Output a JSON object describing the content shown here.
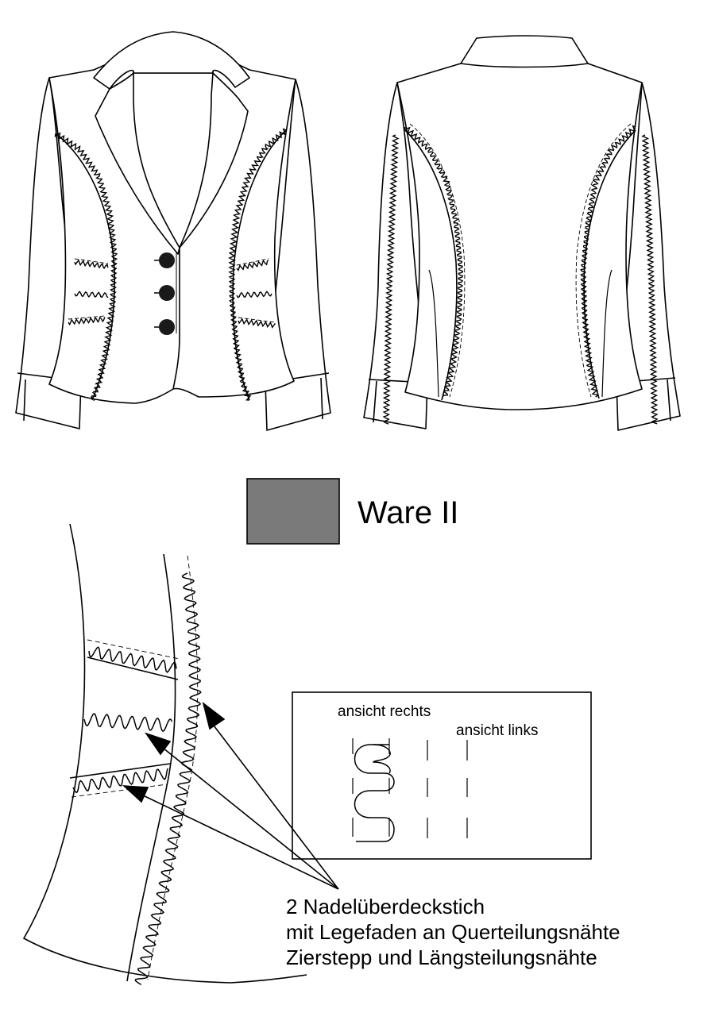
{
  "legend": {
    "swatch_color": "#7a7a7a",
    "label": "Ware II"
  },
  "inset": {
    "view_right_label": "ansicht rechts",
    "view_left_label": "ansicht links"
  },
  "annotation": {
    "lines": [
      "2 Nadelüberdeckstich",
      "mit Legefaden an Querteilungsnähte",
      "Zierstepp und Längsteilungsnähte"
    ]
  },
  "colors": {
    "line": "#000000",
    "button": "#1a1a1a",
    "fabric": "#ffffff"
  }
}
